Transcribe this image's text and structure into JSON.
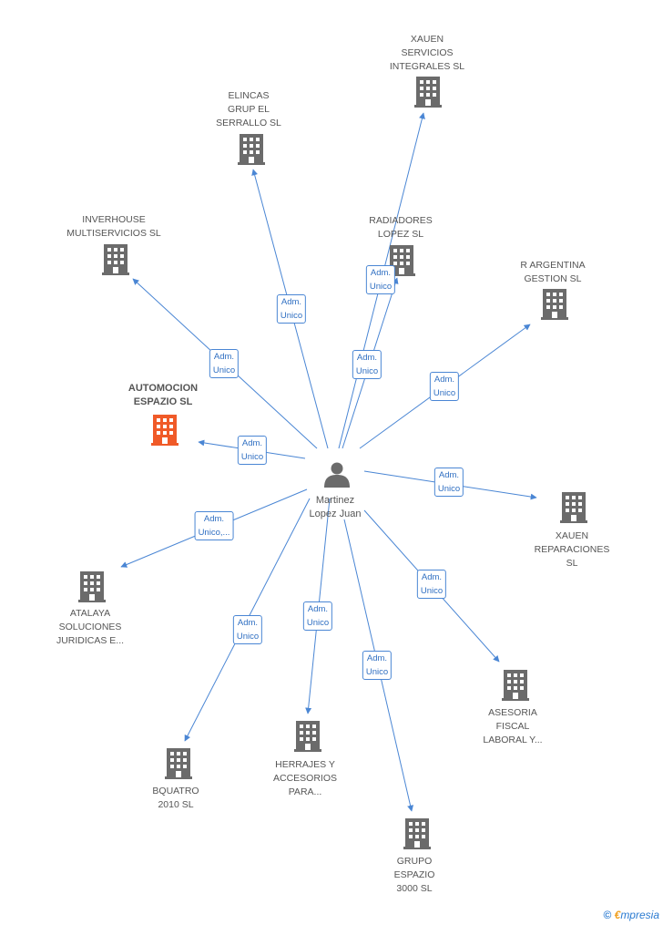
{
  "colors": {
    "edge": "#4a86d4",
    "building": "#6b6b6b",
    "focus_building": "#f05a28",
    "person": "#6b6b6b"
  },
  "center": {
    "name": "Martinez\nLopez Juan",
    "icon": "person-icon"
  },
  "nodes": [
    {
      "id": "xauen-servicios",
      "label": "XAUEN\nSERVICIOS\nINTEGRALES SL",
      "badge": "Adm.\nUnico",
      "focus": false
    },
    {
      "id": "elincas",
      "label": "ELINCAS\nGRUP EL\nSERRALLO SL",
      "badge": "Adm.\nUnico",
      "focus": false
    },
    {
      "id": "radiadores",
      "label": "RADIADORES\nLOPEZ SL",
      "badge": "Adm.\nUnico",
      "focus": false
    },
    {
      "id": "inverhouse",
      "label": "INVERHOUSE\nMULTISERVICIOS SL",
      "badge": "Adm.\nUnico",
      "focus": false
    },
    {
      "id": "r-argentina",
      "label": "R ARGENTINA\nGESTION SL",
      "badge": "Adm.\nUnico",
      "focus": false
    },
    {
      "id": "automocion",
      "label": "AUTOMOCION\nESPAZIO SL",
      "badge": "Adm.\nUnico",
      "focus": true
    },
    {
      "id": "xauen-reparaciones",
      "label": "XAUEN\nREPARACIONES\nSL",
      "badge": "Adm.\nUnico",
      "focus": false
    },
    {
      "id": "atalaya",
      "label": "ATALAYA\nSOLUCIONES\nJURIDICAS E...",
      "badge": "Adm.\nUnico,...",
      "focus": false
    },
    {
      "id": "asesoria",
      "label": "ASESORIA\nFISCAL\nLABORAL Y...",
      "badge": "Adm.\nUnico",
      "focus": false
    },
    {
      "id": "bquatro",
      "label": "BQUATRO\n2010 SL",
      "badge": "Adm.\nUnico",
      "focus": false
    },
    {
      "id": "herrajes",
      "label": "HERRAJES Y\nACCESORIOS\nPARA...",
      "badge": "Adm.\nUnico",
      "focus": false
    },
    {
      "id": "grupo-espazio",
      "label": "GRUPO\nESPAZIO\n3000 SL",
      "badge": "Adm.\nUnico",
      "focus": false
    }
  ],
  "footer": {
    "symbol": "©",
    "brand_initial": "€",
    "brand_rest": "mpresia"
  }
}
